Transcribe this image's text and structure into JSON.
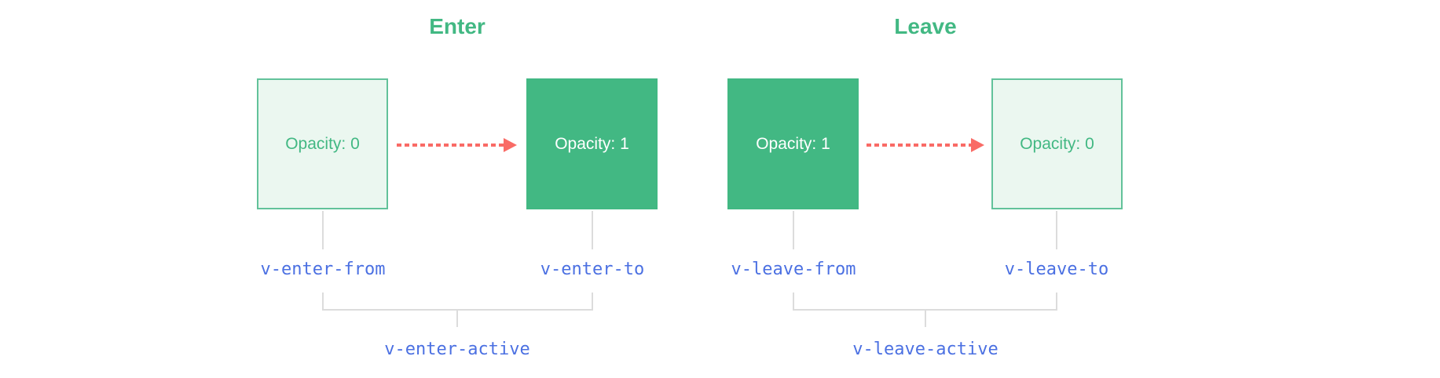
{
  "page": {
    "background": "#ffffff"
  },
  "colors": {
    "brand_green": "#42b883",
    "light_green_fill": "#ebf7f0",
    "light_green_border": "#62c29a",
    "arrow_red": "#f96b66",
    "class_label_blue": "#4b70e2",
    "connector_gray": "#dcdcdc",
    "solid_box_text": "#ffffff"
  },
  "diagrams": [
    {
      "title": "Enter",
      "boxes": [
        {
          "label": "Opacity: 0",
          "style": "outline"
        },
        {
          "label": "Opacity: 1",
          "style": "solid"
        }
      ],
      "class_labels": {
        "from": "v-enter-from",
        "to": "v-enter-to",
        "active": "v-enter-active"
      }
    },
    {
      "title": "Leave",
      "boxes": [
        {
          "label": "Opacity: 1",
          "style": "solid"
        },
        {
          "label": "Opacity: 0",
          "style": "outline"
        }
      ],
      "class_labels": {
        "from": "v-leave-from",
        "to": "v-leave-to",
        "active": "v-leave-active"
      }
    }
  ]
}
